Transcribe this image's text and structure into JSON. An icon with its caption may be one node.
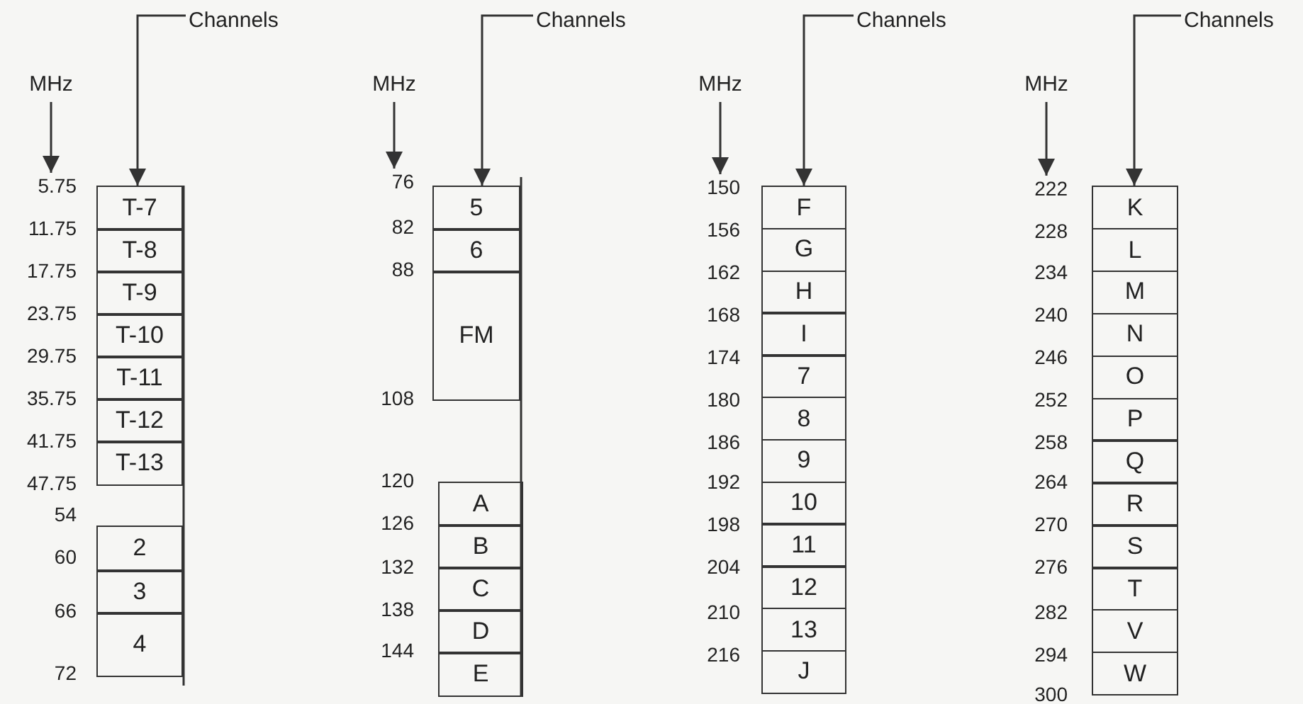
{
  "diagram": {
    "nodes": [
      {
        "text": [
          "Channels"
        ]
      },
      {
        "text": [
          "MHz"
        ]
      },
      {
        "text": [
          "T-7"
        ]
      },
      {
        "text": [
          "T-8"
        ]
      },
      {
        "text": [
          "T-9"
        ]
      },
      {
        "text": [
          "T-10"
        ]
      },
      {
        "text": [
          "T-11"
        ]
      },
      {
        "text": [
          "T-12"
        ]
      },
      {
        "text": [
          "T-13"
        ]
      },
      {
        "text": [
          "2"
        ]
      },
      {
        "text": [
          "3"
        ]
      },
      {
        "text": [
          "4"
        ]
      },
      {
        "text": [
          "Channels"
        ]
      },
      {
        "text": [
          "MHz"
        ]
      },
      {
        "text": [
          "5"
        ]
      },
      {
        "text": [
          "6"
        ]
      },
      {
        "text": [
          "FM"
        ]
      },
      {
        "text": [
          "A"
        ]
      },
      {
        "text": [
          "B"
        ]
      },
      {
        "text": [
          "C"
        ]
      },
      {
        "text": [
          "D"
        ]
      },
      {
        "text": [
          "E"
        ]
      },
      {
        "text": [
          "Channels"
        ]
      },
      {
        "text": [
          "MHz"
        ]
      },
      {
        "text": [
          "F"
        ]
      },
      {
        "text": [
          "G"
        ]
      },
      {
        "text": [
          "H"
        ]
      },
      {
        "text": [
          "I"
        ]
      },
      {
        "text": [
          "7"
        ]
      },
      {
        "text": [
          "8"
        ]
      },
      {
        "text": [
          "9"
        ]
      },
      {
        "text": [
          "10"
        ]
      },
      {
        "text": [
          "11"
        ]
      },
      {
        "text": [
          "12"
        ]
      },
      {
        "text": [
          "13"
        ]
      },
      {
        "text": [
          "J"
        ]
      },
      {
        "text": [
          "Channels"
        ]
      },
      {
        "text": [
          "MHz"
        ]
      },
      {
        "text": [
          "K"
        ]
      },
      {
        "text": [
          "L"
        ]
      },
      {
        "text": [
          "M"
        ]
      },
      {
        "text": [
          "N"
        ]
      },
      {
        "text": [
          "O"
        ]
      },
      {
        "text": [
          "P"
        ]
      },
      {
        "text": [
          "Q"
        ]
      },
      {
        "text": [
          "R"
        ]
      },
      {
        "text": [
          "S"
        ]
      },
      {
        "text": [
          "T"
        ]
      },
      {
        "text": [
          "V"
        ]
      },
      {
        "text": [
          "W"
        ]
      },
      {
        "text": [
          "5.75"
        ]
      },
      {
        "text": [
          "76"
        ]
      },
      {
        "text": [
          "150"
        ]
      },
      {
        "text": [
          "222"
        ]
      }
    ],
    "edges": [
      {
        "from": 0,
        "to": 2,
        "arrow": "to"
      },
      {
        "from": 1,
        "to": 50,
        "arrow": "to"
      },
      {
        "from": 12,
        "to": 14,
        "arrow": "to"
      },
      {
        "from": 13,
        "to": 51,
        "arrow": "to"
      },
      {
        "from": 22,
        "to": 24,
        "arrow": "to"
      },
      {
        "from": 23,
        "to": 52,
        "arrow": "to"
      },
      {
        "from": 36,
        "to": 38,
        "arrow": "to"
      },
      {
        "from": 37,
        "to": 53,
        "arrow": "to"
      }
    ],
    "labels": [
      "11.75",
      "17.75",
      "23.75",
      "29.75",
      "35.75",
      "41.75",
      "47.75",
      "54",
      "60",
      "66",
      "72",
      "82",
      "88",
      "108",
      "120",
      "126",
      "132",
      "138",
      "144",
      "156",
      "162",
      "168",
      "174",
      "180",
      "186",
      "192",
      "198",
      "204",
      "210",
      "216",
      "228",
      "234",
      "240",
      "246",
      "252",
      "258",
      "264",
      "270",
      "276",
      "282",
      "294",
      "300"
    ]
  }
}
